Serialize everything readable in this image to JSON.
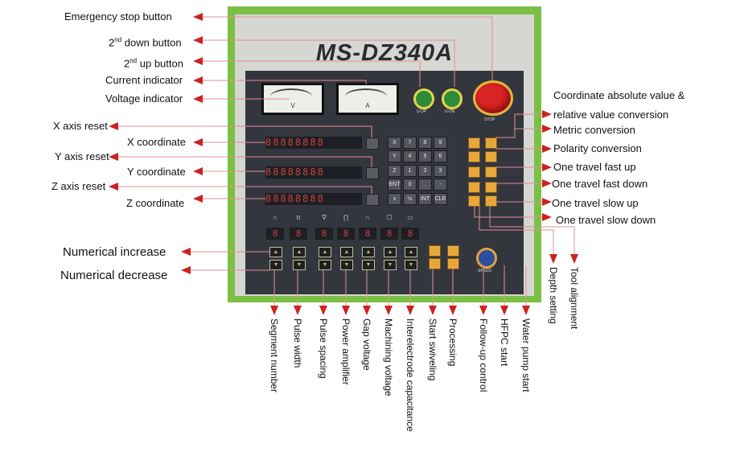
{
  "panel": {
    "model": "MS-DZ340A",
    "meter_v": "V",
    "meter_a": "A",
    "btn_up": "U-UP",
    "btn_dn": "U-DN",
    "btn_stop": "STOP",
    "display_x": "88888888",
    "display_y": "88888888",
    "display_z": "88888888",
    "knob": "SPEED",
    "keypad": [
      "X",
      "7",
      "8",
      "9",
      "Y",
      "4",
      "5",
      "6",
      "Z",
      "1",
      "2",
      "3",
      "ENT",
      "0",
      ".",
      "-",
      "±",
      "½",
      "INT",
      "CLR"
    ],
    "param_glyphs": [
      "∩",
      "π",
      "∇",
      "∏",
      "∩",
      "☐",
      "▭"
    ],
    "param_digits": [
      "8",
      "8",
      "8",
      "8",
      "8",
      "8",
      "8"
    ]
  },
  "labels": {
    "emergency_stop": "Emergency stop button",
    "down2_pre": "2",
    "down2_sup": "nd",
    "down2_post": " down button",
    "up2_pre": "2",
    "up2_sup": "nd",
    "up2_post": " up button",
    "current": "Current indicator",
    "voltage": "Voltage indicator",
    "x_reset": "X axis reset",
    "x_coord": "X coordinate",
    "y_reset": "Y axis reset",
    "y_coord": "Y coordinate",
    "z_reset": "Z axis reset",
    "z_coord": "Z coordinate",
    "num_inc": "Numerical increase",
    "num_dec": "Numerical decrease",
    "coord_conv_1": "Coordinate absolute value &",
    "coord_conv_2": "relative value conversion",
    "metric": "Metric conversion",
    "polarity": "Polarity conversion",
    "fast_up": "One travel fast up",
    "fast_down": "One travel fast down",
    "slow_up": "One travel slow up",
    "slow_down": "One travel slow down",
    "depth": "Depth setting",
    "tool": "Tool alignment",
    "segment": "Segment number",
    "pulse_width": "Pulse width",
    "pulse_spacing": "Pulse spacing",
    "power_amp": "Power amplifier",
    "gap_voltage": "Gap voltage",
    "machining_voltage": "Machining voltage",
    "capacitance": "Interelectrode  capacitance",
    "start_swiveling": "Start swiveling",
    "processing": "Processing",
    "follow_up": "Follow-up control",
    "hfpc": "HFPC start",
    "water_pump": "Water pump start"
  },
  "colors": {
    "frame": "#7bc045",
    "arrow": "#cc2222",
    "face": "#34363e"
  }
}
